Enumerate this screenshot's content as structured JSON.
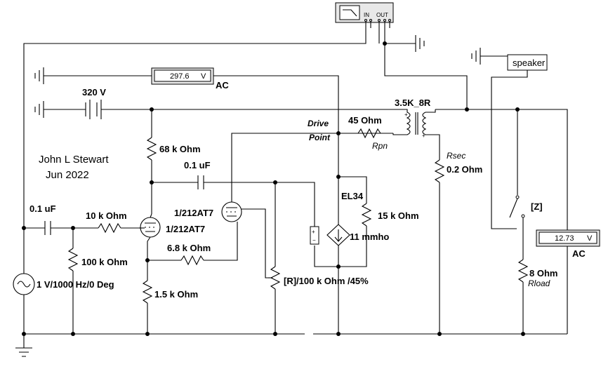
{
  "author": "John L Stewart",
  "date": "Jun 2022",
  "scope": {
    "in_label": "IN",
    "out_label": "OUT"
  },
  "voltmeter_top": {
    "value": "297.6",
    "unit": "V",
    "mode": "AC"
  },
  "voltmeter_right": {
    "value": "12.73",
    "unit": "V",
    "mode": "AC"
  },
  "speaker_label": "speaker",
  "switch_label": "[Z]",
  "components": {
    "supply": "320 V",
    "transformer": "3.5K_8R",
    "drive_point_1": "Drive",
    "drive_point_2": "Point",
    "rpn_value": "45  Ohm",
    "rpn_name": "Rpn",
    "rsec_name": "Rsec",
    "rsec_value": "0.2  Ohm",
    "r68k": "68 k Ohm",
    "cap_coupling": "0.1 uF",
    "cap_input": "0.1 uF",
    "r10k": "10 k Ohm",
    "r100k": "100 k Ohm",
    "r6k8": "6.8 k Ohm",
    "r1k5": "1.5 k Ohm",
    "tube1": "1/212AT7",
    "tube2": "1/212AT7",
    "el34": "EL34",
    "r15k": "15 k Ohm",
    "gm": "11 mmho",
    "pot": "[R]/100 k Ohm /45%",
    "source": "1 V/1000 Hz/0 Deg",
    "rload_value": "8  Ohm",
    "rload_name": "Rload"
  }
}
